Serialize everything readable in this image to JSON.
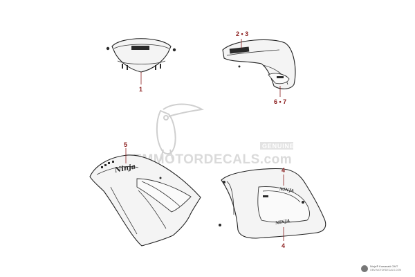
{
  "callouts": {
    "c1": "1",
    "c23": "2 • 3",
    "c5": "5",
    "c67": "6 • 7",
    "c4a": "4",
    "c4b": "4"
  },
  "watermark": {
    "brand": "OEMMOTORDECALS.com",
    "tag": "GENUINE"
  },
  "footer": {
    "line1": "Ninja® Kawasaki GMT",
    "line2": "OEM MOTORDECALS.COM"
  },
  "colors": {
    "callout": "#8a1c1c",
    "line": "#222222",
    "watermark": "#d9d9d9"
  }
}
